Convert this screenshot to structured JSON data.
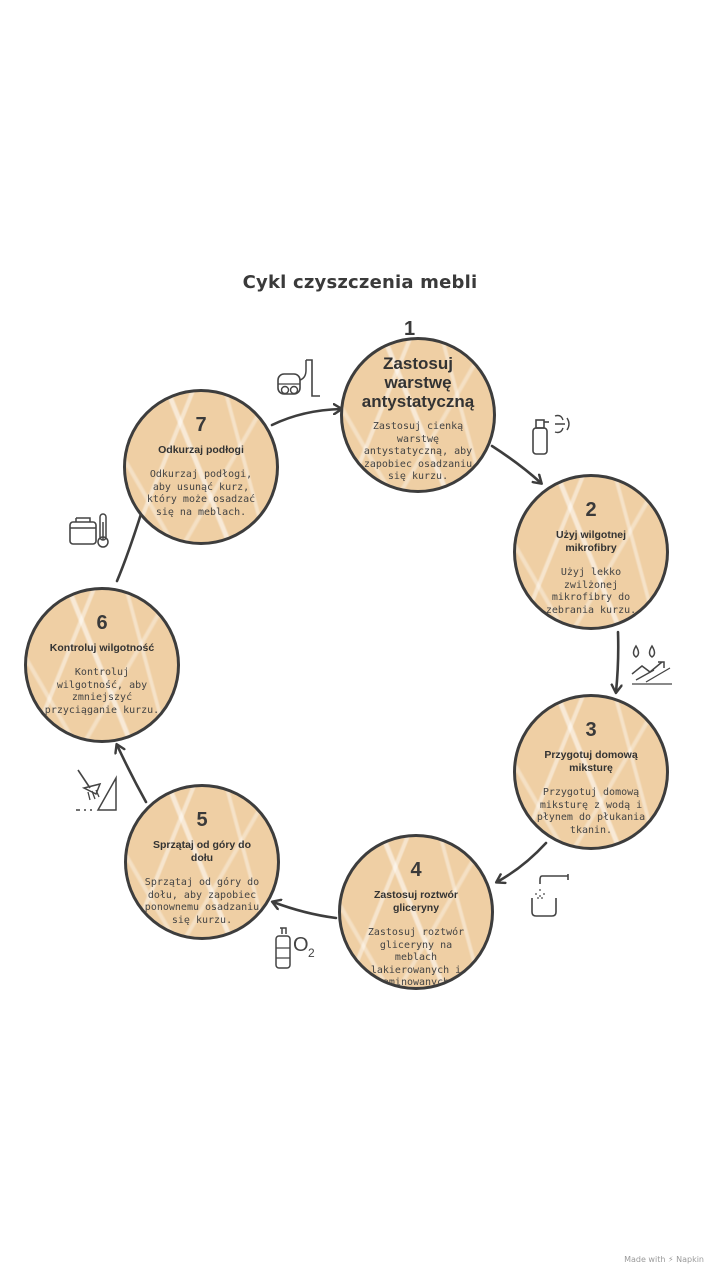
{
  "title": "Cykl czyszczenia mebli",
  "steps": [
    {
      "number": "1",
      "heading": "Zastosuj warstwę antystatyczną",
      "description": "Zastosuj cienką warstwę antystatyczną, aby zapobiec osadzaniu się kurzu.",
      "icon": "spray-bottle-icon"
    },
    {
      "number": "2",
      "heading": "Użyj wilgotnej mikrofibry",
      "description": "Użyj lekko zwilżonej mikrofibry do zebrania kurzu.",
      "icon": "water-drops-icon"
    },
    {
      "number": "3",
      "heading": "Przygotuj domową miksturę",
      "description": "Przygotuj domową miksturę z wodą i płynem do płukania tkanin.",
      "icon": "tap-bowl-icon"
    },
    {
      "number": "4",
      "heading": "Zastosuj roztwór gliceryny",
      "description": "Zastosuj roztwór gliceryny na meblach lakierowanych i laminowanych.",
      "icon": "glycerin-bottle-icon"
    },
    {
      "number": "5",
      "heading": "Sprzątaj od góry do dołu",
      "description": "Sprzątaj od góry do dołu, aby zapobiec ponownemu osadzaniu się kurzu.",
      "icon": "broom-icon"
    },
    {
      "number": "6",
      "heading": "Kontroluj wilgotność",
      "description": "Kontroluj wilgotność, aby zmniejszyć przyciąganie kurzu.",
      "icon": "humidity-thermometer-icon"
    },
    {
      "number": "7",
      "heading": "Odkurzaj podłogi",
      "description": "Odkurzaj podłogi, aby usunąć kurz, który może osadzać się na meblach.",
      "icon": "vacuum-cleaner-icon"
    }
  ],
  "icon_labels": {
    "o2": "O",
    "o2_sub": "2"
  },
  "footer": "Made with ⚡ Napkin",
  "colors": {
    "circle_fill": "#efcfa4",
    "stroke": "#3d3d3d"
  }
}
